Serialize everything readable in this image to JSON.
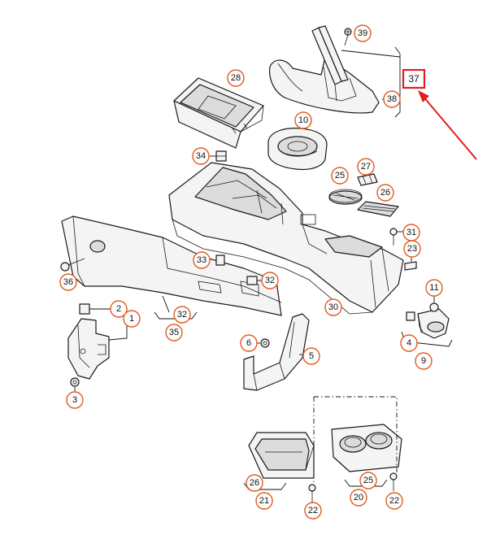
{
  "diagram": {
    "accent_color": "#e35a1e",
    "highlight_color": "#e31e1e",
    "callouts": {
      "c39": "39",
      "c37": "37",
      "c38": "38",
      "c28": "28",
      "c10": "10",
      "c34": "34",
      "c27": "27",
      "c25a": "25",
      "c26a": "26",
      "c31": "31",
      "c23": "23",
      "c33": "33",
      "c32a": "32",
      "c36": "36",
      "c11": "11",
      "c2": "2",
      "c1": "1",
      "c32b": "32",
      "c35": "35",
      "c30": "30",
      "c4": "4",
      "c9": "9",
      "c6": "6",
      "c5": "5",
      "c3": "3",
      "c26b": "26",
      "c21": "21",
      "c22a": "22",
      "c25b": "25",
      "c20": "20",
      "c22b": "22"
    }
  }
}
